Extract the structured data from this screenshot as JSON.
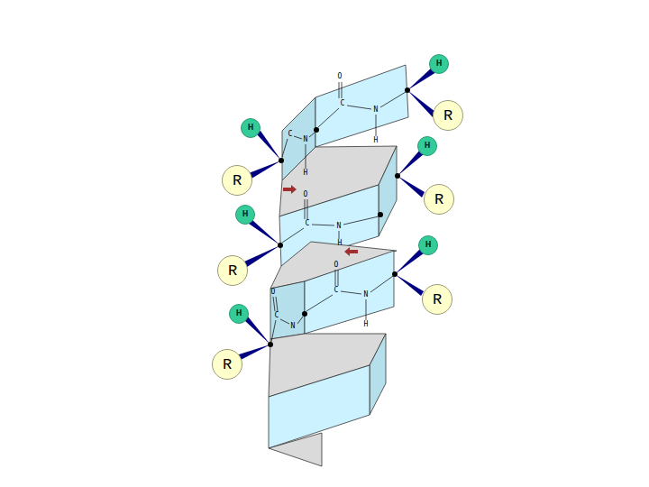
{
  "diagram": {
    "nodes": [
      {
        "text": [
          "H"
        ]
      },
      {
        "text": [
          "R"
        ]
      },
      {
        "text": [
          "H"
        ]
      },
      {
        "text": [
          "H"
        ]
      },
      {
        "text": [
          "R"
        ]
      },
      {
        "text": [
          "R"
        ]
      },
      {
        "text": [
          "H"
        ]
      },
      {
        "text": [
          "H"
        ]
      },
      {
        "text": [
          "R"
        ]
      },
      {
        "text": [
          "R"
        ]
      },
      {
        "text": [
          "H"
        ]
      },
      {
        "text": [
          "R"
        ]
      }
    ],
    "labels": [
      "O",
      "C",
      "N",
      "H",
      "C",
      "N",
      "H",
      "O",
      "C",
      "N",
      "H",
      "O",
      "C",
      "N",
      "H",
      "O",
      "C",
      "N"
    ]
  }
}
